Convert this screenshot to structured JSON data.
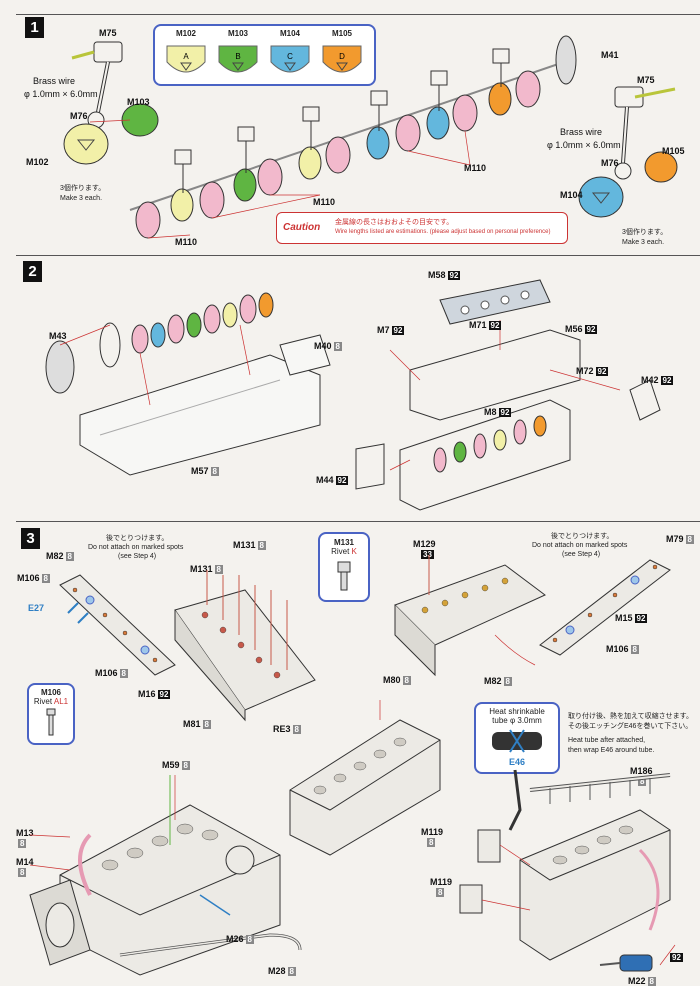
{
  "steps": {
    "s1": "1",
    "s2": "2",
    "s3": "3"
  },
  "step1": {
    "colors": [
      {
        "part": "M102",
        "letter": "A",
        "color": "#f2f0a8"
      },
      {
        "part": "M103",
        "letter": "B",
        "color": "#5fb542"
      },
      {
        "part": "M104",
        "letter": "C",
        "color": "#63b7dd"
      },
      {
        "part": "M105",
        "letter": "D",
        "color": "#f29a2e"
      }
    ],
    "m75_left": "M75",
    "wire_left_1": "Brass wire",
    "wire_left_2": "φ 1.0mm × 6.0mm",
    "m76_left": "M76",
    "m103": "M103",
    "m102": "M102",
    "make_jp_left": "3個作ります。",
    "make_en_left": "Make 3 each.",
    "m110_a": "M110",
    "m110_b": "M110",
    "m110_c": "M110",
    "m41": "M41",
    "m75_right": "M75",
    "wire_right_1": "Brass wire",
    "wire_right_2": "φ 1.0mm × 6.0mm",
    "m76_right": "M76",
    "m105": "M105",
    "m104": "M104",
    "make_jp_right": "3個作ります。",
    "make_en_right": "Make 3 each.",
    "caution_title": "Caution",
    "caution_jp": "金属線の長さはおおよその目安です。",
    "caution_en": "Wire lengths listed are estimations. (please adjust based on personal preference)"
  },
  "step2": {
    "m43": "M43",
    "m40": "M40",
    "m40_tag": "8",
    "m57": "M57",
    "m57_tag": "8",
    "m58": "M58",
    "m58_tag": "92",
    "m7": "M7",
    "m7_tag": "92",
    "m71": "M71",
    "m71_tag": "92",
    "m56": "M56",
    "m56_tag": "92",
    "m72": "M72",
    "m72_tag": "92",
    "m42": "M42",
    "m42_tag": "92",
    "m8": "M8",
    "m8_tag": "92",
    "m44": "M44",
    "m44_tag": "92"
  },
  "step3": {
    "note_left_jp": "後でとりつけます。",
    "note_left_en1": "Do not attach on marked spots",
    "note_left_en2": "(see Step 4)",
    "m82_top": "M82",
    "m82_top_tag": "8",
    "m106_a": "M106",
    "m106_a_tag": "8",
    "e27": "E27",
    "m106_b": "M106",
    "m106_b_tag": "8",
    "m16": "M16",
    "m16_tag": "92",
    "rivet_al_part": "M106",
    "rivet_al_label": "Rivet ",
    "rivet_al_code": "AL1",
    "m131_a": "M131",
    "m131_a_tag": "8",
    "m131_b": "M131",
    "m131_b_tag": "8",
    "m81": "M81",
    "m81_tag": "8",
    "re3": "RE3",
    "re3_tag": "8",
    "rivet_k_part": "M131",
    "rivet_k_label": "Rivet ",
    "rivet_k_code": "K",
    "m129": "M129",
    "m129_tag": "33",
    "m80": "M80",
    "m80_tag": "8",
    "m82_mid": "M82",
    "m82_mid_tag": "8",
    "note_right_jp": "後でとりつけます。",
    "note_right_en1": "Do not attach on marked spots",
    "note_right_en2": "(see Step 4)",
    "m79": "M79",
    "m79_tag": "8",
    "m15": "M15",
    "m15_tag": "92",
    "m106_c": "M106",
    "m106_c_tag": "8",
    "heat_1": "Heat shrinkable",
    "heat_2": "tube φ 3.0mm",
    "e46": "E46",
    "heat_note_jp1": "取り付け後、熱を加えて収縮させます。",
    "heat_note_jp2": "その後エッチングE46を巻いて下さい。",
    "heat_note_en1": "Heat tube after attached,",
    "heat_note_en2": "then wrap E46 around tube.",
    "m186": "M186",
    "m186_tag": "8",
    "m59": "M59",
    "m59_tag": "8",
    "m13": "M13",
    "m13_tag": "8",
    "m14": "M14",
    "m14_tag": "8",
    "m26": "M26",
    "m26_tag": "8",
    "m28": "M28",
    "m28_tag": "8",
    "m119_a": "M119",
    "m119_a_tag": "8",
    "m119_b": "M119",
    "m119_b_tag": "8",
    "m22": "M22",
    "m22_tag": "8",
    "right_tag_92": "92"
  }
}
